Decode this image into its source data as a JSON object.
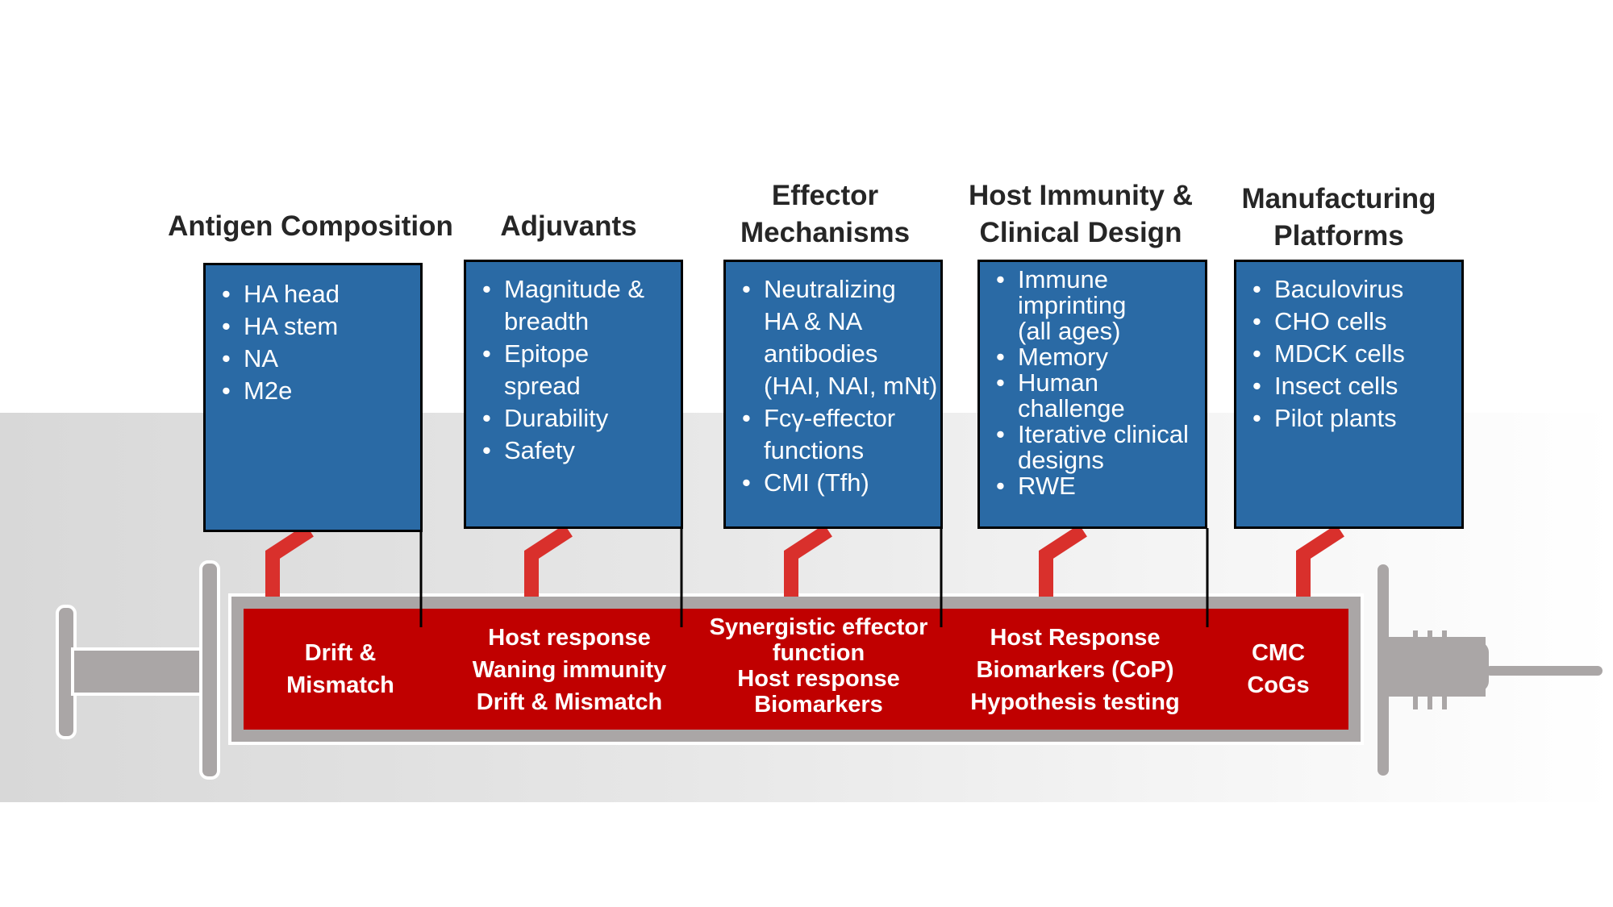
{
  "categories": [
    {
      "heading": [
        "Antigen Composition"
      ],
      "items": [
        "HA head",
        "HA stem",
        "NA",
        "M2e"
      ],
      "barrel": [
        "Drift &",
        "Mismatch"
      ]
    },
    {
      "heading": [
        "Adjuvants"
      ],
      "items": [
        "Magnitude &\nbreadth",
        "Epitope\nspread",
        "Durability",
        "Safety"
      ],
      "barrel": [
        "Host response",
        "Waning immunity",
        "Drift & Mismatch"
      ]
    },
    {
      "heading": [
        "Effector",
        "Mechanisms"
      ],
      "items": [
        "Neutralizing\nHA & NA\nantibodies\n(HAI, NAI, mNt)",
        "Fcγ-effector\nfunctions",
        "CMI (Tfh)"
      ],
      "barrel": [
        "Synergistic effector",
        "function",
        "Host response",
        "Biomarkers"
      ]
    },
    {
      "heading": [
        "Host Immunity &",
        "Clinical Design"
      ],
      "items": [
        "Immune\nimprinting\n(all ages)",
        "Memory",
        "Human\nchallenge",
        "Iterative clinical\ndesigns",
        "RWE"
      ],
      "barrel": [
        "Host Response",
        "Biomarkers (CoP)",
        "Hypothesis testing"
      ]
    },
    {
      "heading": [
        "Manufacturing",
        "Platforms"
      ],
      "items": [
        "Baculovirus",
        "CHO cells",
        "MDCK cells",
        "Insect cells",
        "Pilot plants"
      ],
      "barrel": [
        "CMC",
        "CoGs"
      ]
    }
  ],
  "colors": {
    "box_fill": "#2a6aa5",
    "barrel_fill": "#c00000",
    "connector": "#d9302c",
    "syringe_gray": "#aaa6a6",
    "heading_text": "#262626"
  }
}
